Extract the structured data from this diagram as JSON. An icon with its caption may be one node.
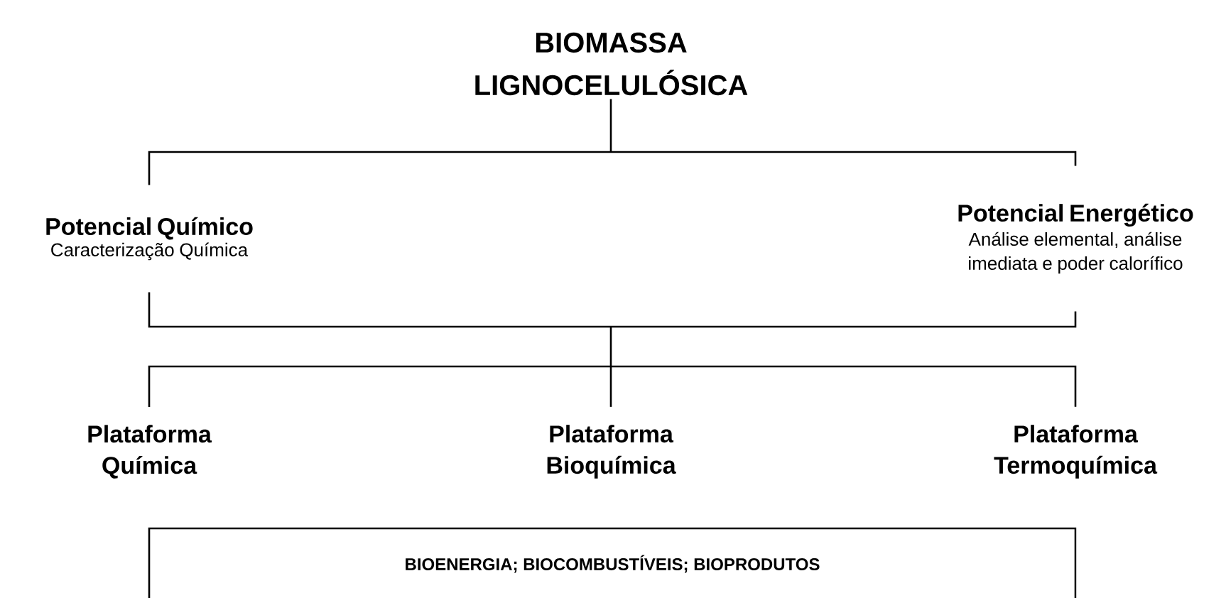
{
  "diagram": {
    "nodes": [
      {
        "text": [
          "BIOMASSA LIGNOCELULÓSICA"
        ]
      },
      {
        "text": [
          "Potencial Químico",
          "Caracterização Química"
        ]
      },
      {
        "text": [
          "Potencial Energético",
          "Análise elemental, análise imediata e poder calorífico"
        ]
      },
      {
        "text": [
          "Plataforma Química"
        ]
      },
      {
        "text": [
          "Plataforma Bioquímica"
        ]
      },
      {
        "text": [
          "Plataforma Termoquímica"
        ]
      },
      {
        "text": [
          "BIOENERGIA;  BIOCOMBUSTÍVEIS;  BIOPRODUTOS"
        ]
      }
    ],
    "edges": [
      {
        "from": 0,
        "to": 1,
        "arrow": "none"
      },
      {
        "from": 0,
        "to": 2,
        "arrow": "none"
      },
      {
        "from": 1,
        "to": 3,
        "arrow": "none"
      },
      {
        "from": 1,
        "to": 4,
        "arrow": "none"
      },
      {
        "from": 1,
        "to": 5,
        "arrow": "none"
      },
      {
        "from": 2,
        "to": 3,
        "arrow": "none"
      },
      {
        "from": 2,
        "to": 4,
        "arrow": "none"
      },
      {
        "from": 2,
        "to": 5,
        "arrow": "none"
      }
    ]
  }
}
